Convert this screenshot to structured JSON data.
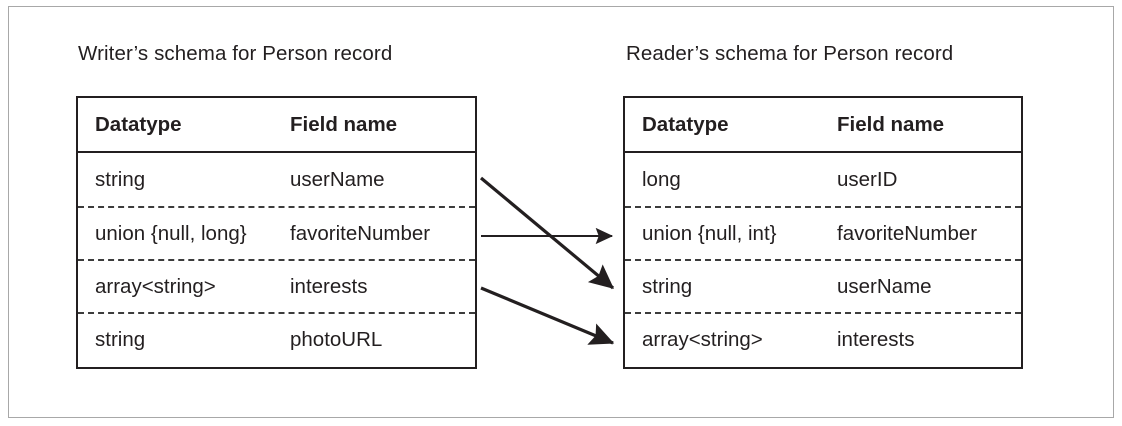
{
  "figure": {
    "background_color": "#ffffff",
    "frame_color": "#a8a8a8",
    "ink_color": "#231f20"
  },
  "writer": {
    "caption": "Writer’s schema for Person record",
    "columns": {
      "datatype": "Datatype",
      "fieldname": "Field name"
    },
    "rows": [
      {
        "datatype": "string",
        "fieldname": "userName"
      },
      {
        "datatype": "union {null, long}",
        "fieldname": "favoriteNumber"
      },
      {
        "datatype": "array<string>",
        "fieldname": "interests"
      },
      {
        "datatype": "string",
        "fieldname": "photoURL"
      }
    ]
  },
  "reader": {
    "caption": "Reader’s schema for Person record",
    "columns": {
      "datatype": "Datatype",
      "fieldname": "Field name"
    },
    "rows": [
      {
        "datatype": "long",
        "fieldname": "userID"
      },
      {
        "datatype": "union {null, int}",
        "fieldname": "favoriteNumber"
      },
      {
        "datatype": "string",
        "fieldname": "userName"
      },
      {
        "datatype": "array<string>",
        "fieldname": "interests"
      }
    ]
  },
  "mappings": [
    {
      "from": "userName",
      "to": "userName"
    },
    {
      "from": "favoriteNumber",
      "to": "favoriteNumber"
    },
    {
      "from": "interests",
      "to": "interests"
    }
  ]
}
